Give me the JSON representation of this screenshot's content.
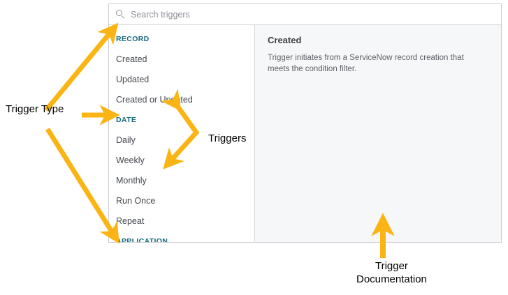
{
  "panel": {
    "search": {
      "icon": "search-icon",
      "placeholder": "Search triggers",
      "value": ""
    },
    "list": {
      "groups": [
        {
          "header": "RECORD",
          "items": [
            "Created",
            "Updated",
            "Created or Updated"
          ]
        },
        {
          "header": "DATE",
          "items": [
            "Daily",
            "Weekly",
            "Monthly",
            "Run Once",
            "Repeat"
          ]
        },
        {
          "header": "APPLICATION",
          "items": []
        }
      ]
    },
    "documentation": {
      "title": "Created",
      "body": "Trigger initiates from a ServiceNow record creation that meets the condition filter."
    }
  },
  "annotations": {
    "arrow_color": "#FAB514",
    "labels": {
      "trigger_type": "Trigger Type",
      "triggers": "Triggers",
      "trigger_documentation_line1": "Trigger",
      "trigger_documentation_line2": "Documentation"
    }
  },
  "colors": {
    "group_header": "#16697f",
    "item_text": "#44484e",
    "doc_background": "#f6f7f8",
    "panel_border": "#c9ccd1",
    "accent_arrow": "#FAB514"
  }
}
